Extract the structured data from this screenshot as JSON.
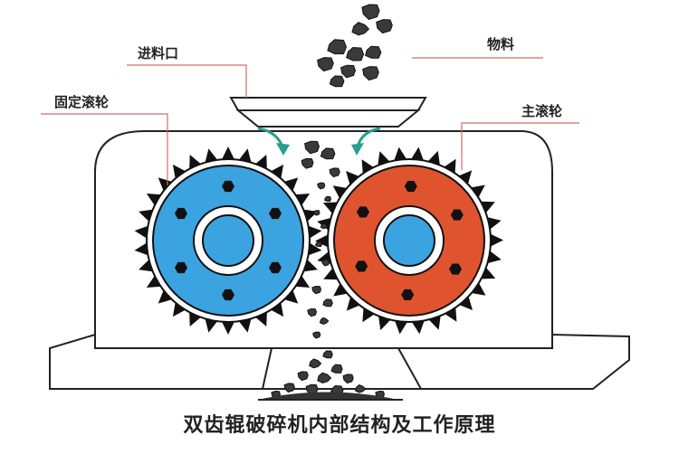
{
  "labels": {
    "feed_inlet": "进料口",
    "material": "物料",
    "fixed_roller": "固定滚轮",
    "main_roller": "主滚轮"
  },
  "caption": "双齿辊破碎机内部结构及工作原理",
  "colors": {
    "fixed_roller": "#3ba3e0",
    "main_roller": "#e0532f",
    "hub": "#3ba3e0",
    "leader_line": "#d36a6a",
    "arrow": "#2a9d8f"
  },
  "icons": [
    "gear-tooth",
    "bolt-hexagon",
    "coal-lump",
    "flow-arrow"
  ]
}
